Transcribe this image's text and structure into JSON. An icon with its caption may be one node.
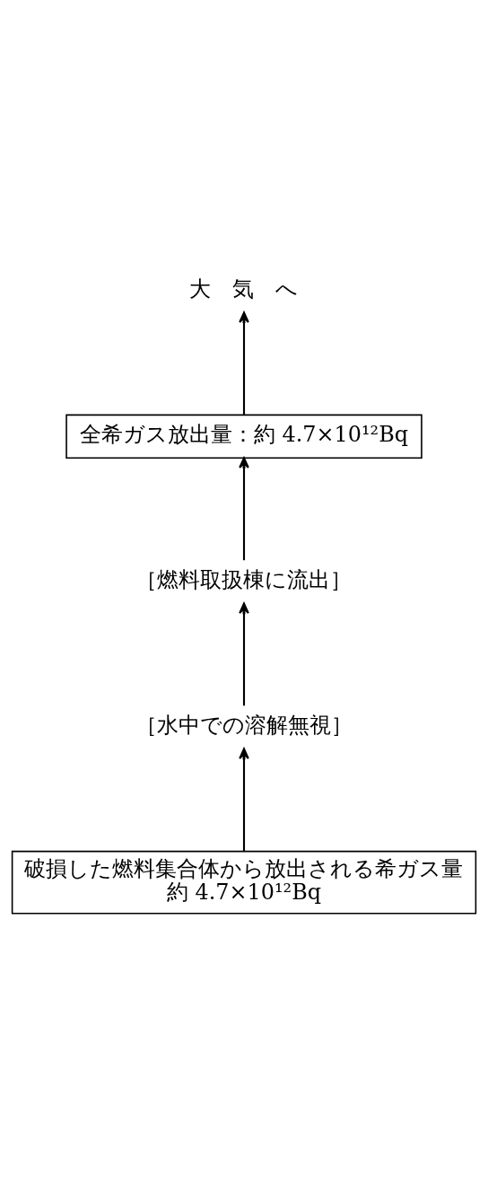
{
  "diagram": {
    "nodes": [
      {
        "text": [
          "大　気　へ"
        ]
      },
      {
        "text": [
          "全希ガス放出量：約 4.7×10¹²Bq"
        ]
      },
      {
        "text": [
          "［燃料取扱棟に流出］"
        ]
      },
      {
        "text": [
          "［水中での溶解無視］"
        ]
      },
      {
        "text": [
          "破損した燃料集合体から放出される希ガス量",
          "約 4.7×10¹²Bq"
        ]
      }
    ],
    "edges": [
      {
        "from": 4,
        "to": 3,
        "arrow": "to"
      },
      {
        "from": 3,
        "to": 2,
        "arrow": "to"
      },
      {
        "from": 2,
        "to": 1,
        "arrow": "to"
      },
      {
        "from": 1,
        "to": 0,
        "arrow": "to"
      }
    ]
  }
}
